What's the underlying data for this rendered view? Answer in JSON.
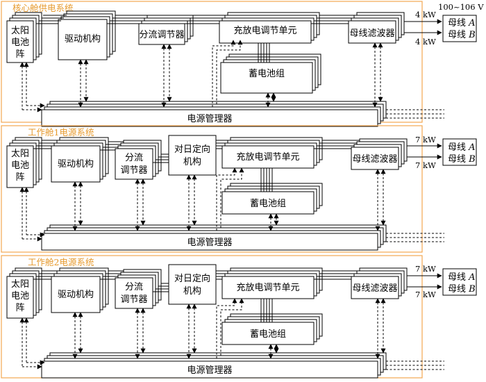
{
  "top_voltage": "100~106 V",
  "colors": {
    "frame": "#f2a64f",
    "title": "#e69a2e",
    "line": "#000000"
  },
  "sections": [
    {
      "title": "核心舱供电系统",
      "solar_array": [
        "太阳",
        "电池",
        "阵"
      ],
      "drive": "驱动机构",
      "shunt": [
        "分流调节器"
      ],
      "charge_unit": "充放电调节单元",
      "battery": "蓄电池组",
      "filter": "母线滤波器",
      "manager": "电源管理器",
      "power_a": "4 kW",
      "power_b": "4 kW",
      "bus_a": {
        "text": "母线",
        "var": "A"
      },
      "bus_b": {
        "text": "母线",
        "var": "B"
      }
    },
    {
      "title": "工作舱1电源系统",
      "solar_array": [
        "太阳",
        "电池",
        "阵"
      ],
      "drive": "驱动机构",
      "shunt": [
        "分流",
        "调节器"
      ],
      "sun_orient": [
        "对日定向",
        "机构"
      ],
      "charge_unit": "充放电调节单元",
      "battery": "蓄电池组",
      "filter": "母线滤波器",
      "manager": "电源管理器",
      "power_a": "7 kW",
      "power_b": "7 kW",
      "bus_a": {
        "text": "母线",
        "var": "A"
      },
      "bus_b": {
        "text": "母线",
        "var": "B"
      }
    },
    {
      "title": "工作舱2电源系统",
      "solar_array": [
        "太阳",
        "电池",
        "阵"
      ],
      "drive": "驱动机构",
      "shunt": [
        "分流",
        "调节器"
      ],
      "sun_orient": [
        "对日定向",
        "机构"
      ],
      "charge_unit": "充放电调节单元",
      "battery": "蓄电池组",
      "filter": "母线滤波器",
      "manager": "电源管理器",
      "power_a": "7 kW",
      "power_b": "7 kW",
      "bus_a": {
        "text": "母线",
        "var": "A"
      },
      "bus_b": {
        "text": "母线",
        "var": "B"
      }
    }
  ]
}
